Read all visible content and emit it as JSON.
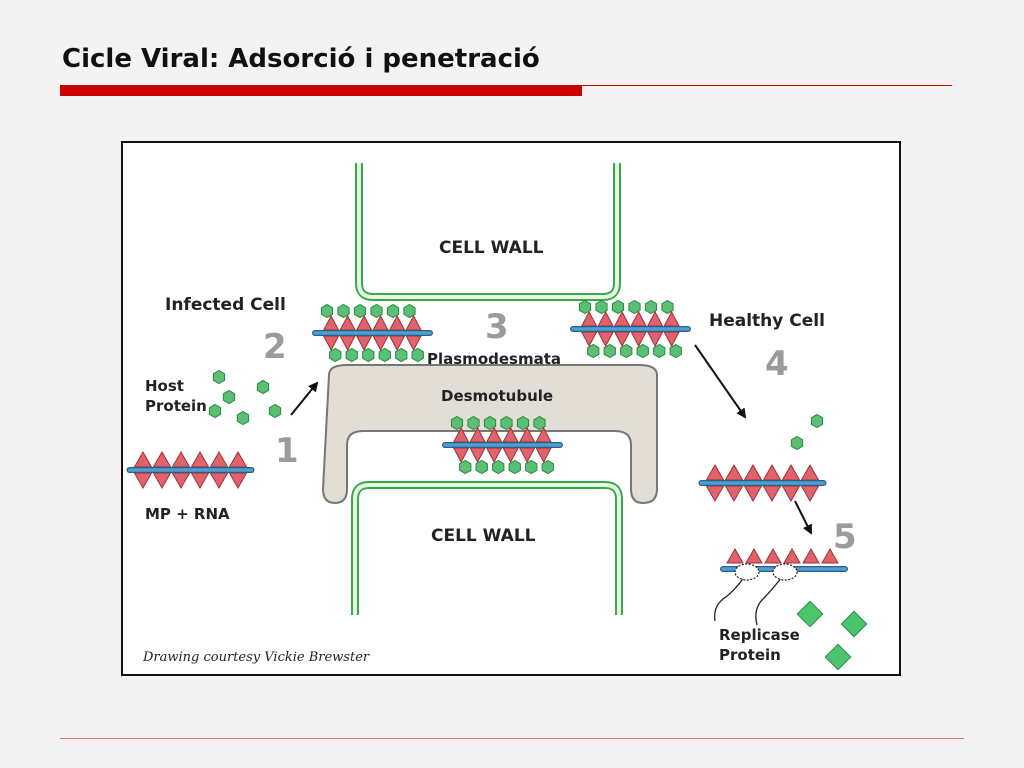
{
  "slide": {
    "title": "Cicle Viral: Adsorció i penetració"
  },
  "diagram": {
    "labels": {
      "cell_wall_top": "CELL WALL",
      "cell_wall_bottom": "CELL WALL",
      "infected_cell": "Infected Cell",
      "healthy_cell": "Healthy Cell",
      "plasmodesmata": "Plasmodesmata",
      "desmotubule": "Desmotubule",
      "host_protein_line1": "Host",
      "host_protein_line2": "Protein",
      "mp_rna": "MP + RNA",
      "replicase_line1": "Replicase",
      "replicase_line2": "Protein",
      "credit": "Drawing courtesy Vickie Brewster"
    },
    "steps": [
      "1",
      "2",
      "3",
      "4",
      "5"
    ],
    "colors": {
      "cell_wall": "#3aa84a",
      "cell_wall_fill": "#e7f6e3",
      "desmotubule_fill": "#e2ded6",
      "movement_protein": "#e0626a",
      "coat_protein": "#5cc074",
      "rna": "#4f9ed2",
      "replicase": "#4cc46c",
      "step_number": "#9b9b9b",
      "title_bar": "#cc0000"
    }
  }
}
